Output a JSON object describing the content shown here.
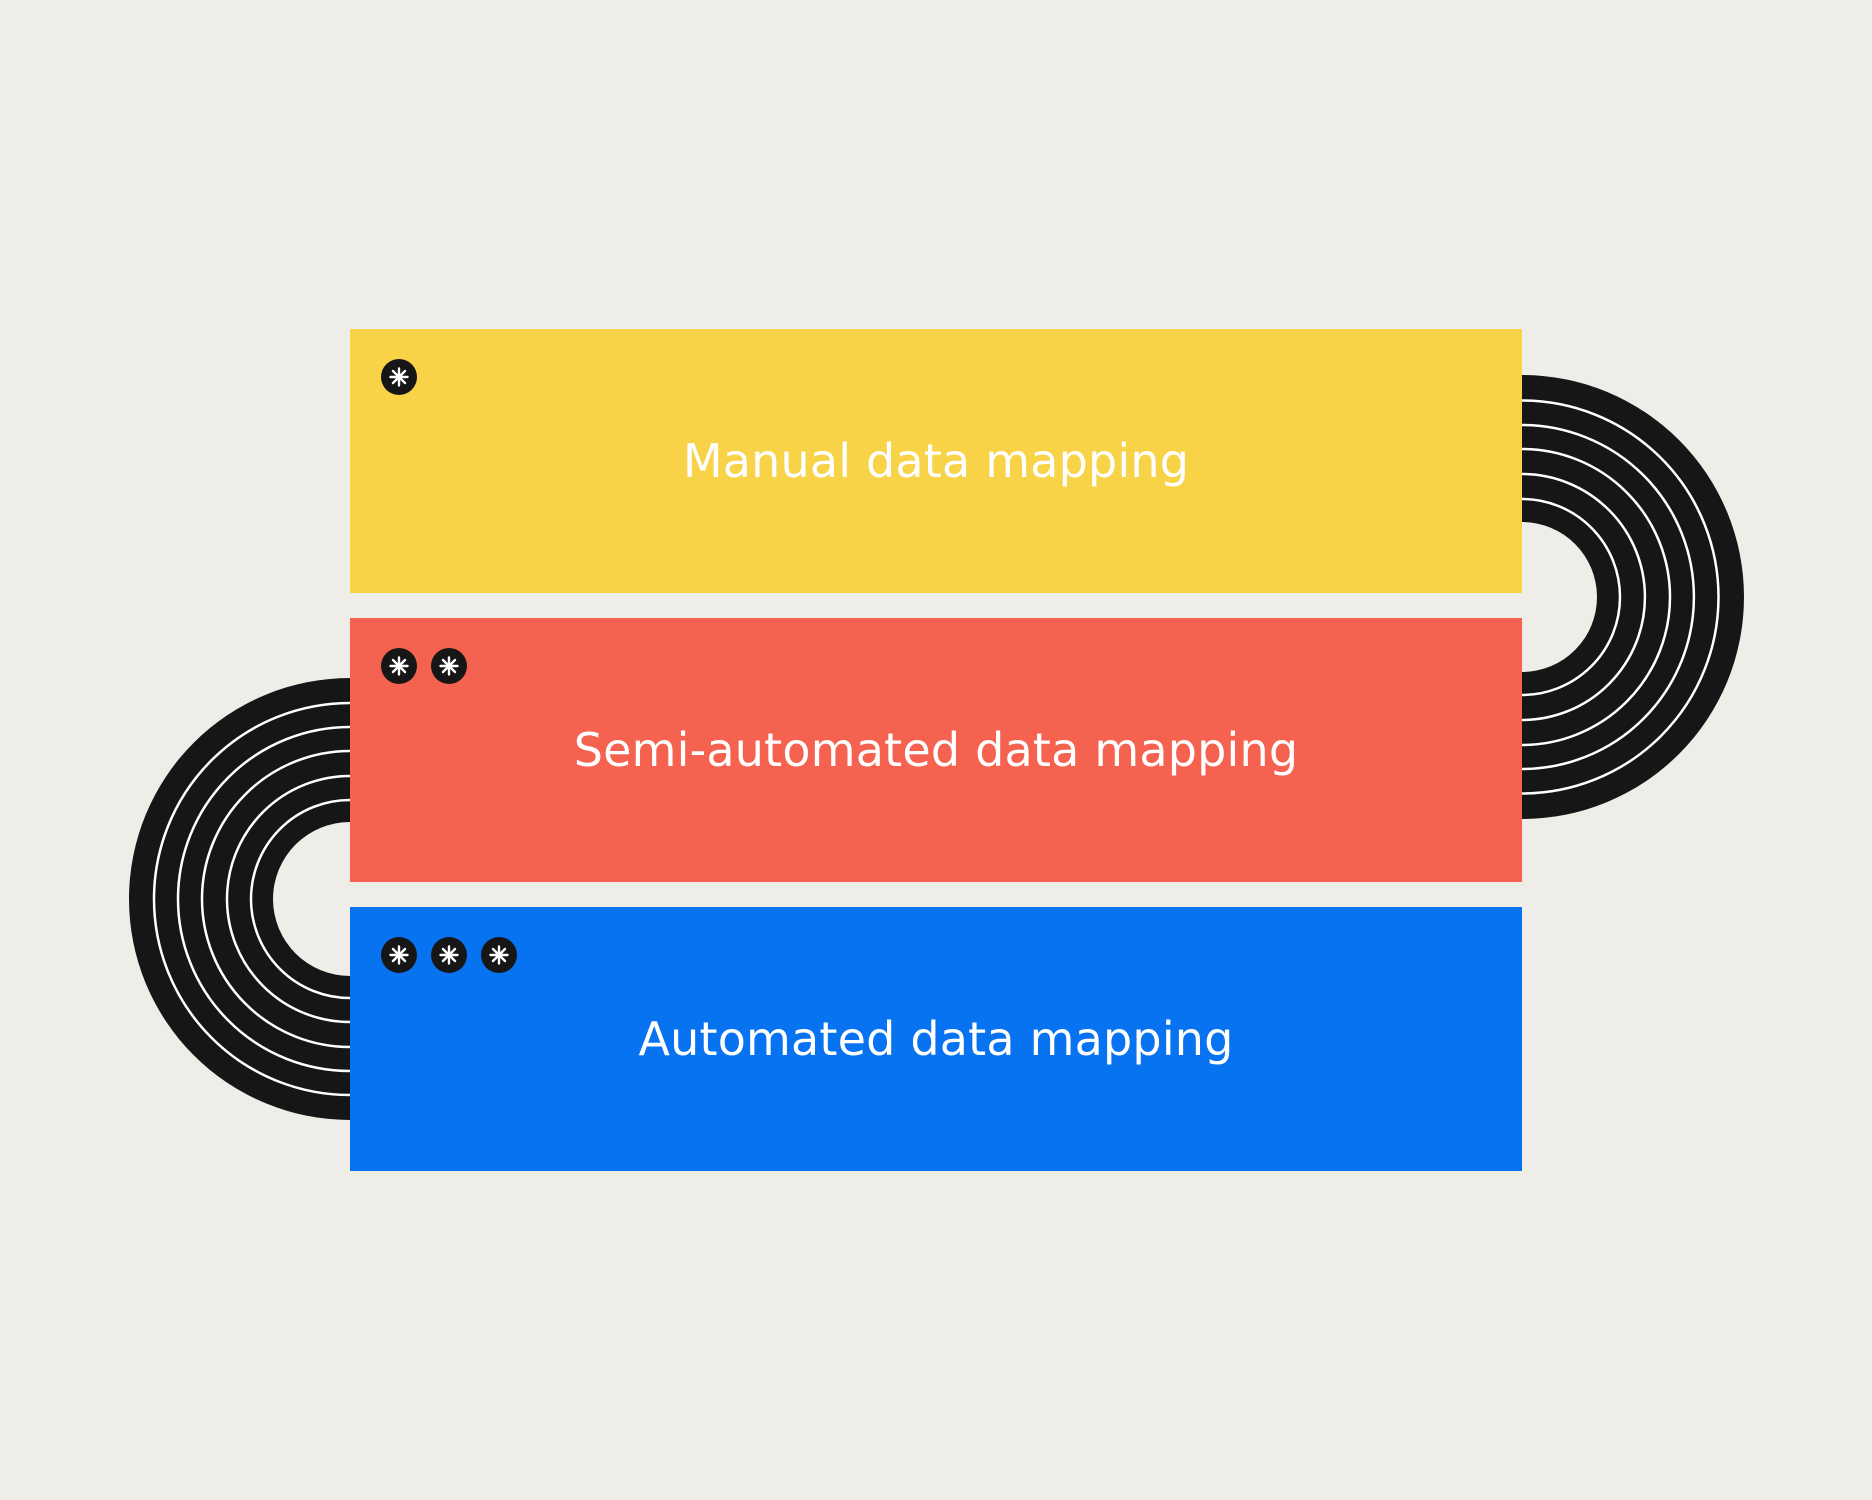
{
  "diagram": {
    "background_color": "#efede8",
    "arc_color": "#161616",
    "arc_line_color": "#ffffff",
    "bands": [
      {
        "label": "Manual data mapping",
        "color": "#f8d247",
        "level": 1,
        "marker_icon": "asterisk-icon"
      },
      {
        "label": "Semi-automated data mapping",
        "color": "#f66250",
        "level": 2,
        "marker_icon": "asterisk-icon"
      },
      {
        "label": "Automated data mapping",
        "color": "#0873f0",
        "level": 3,
        "marker_icon": "asterisk-icon"
      }
    ]
  }
}
